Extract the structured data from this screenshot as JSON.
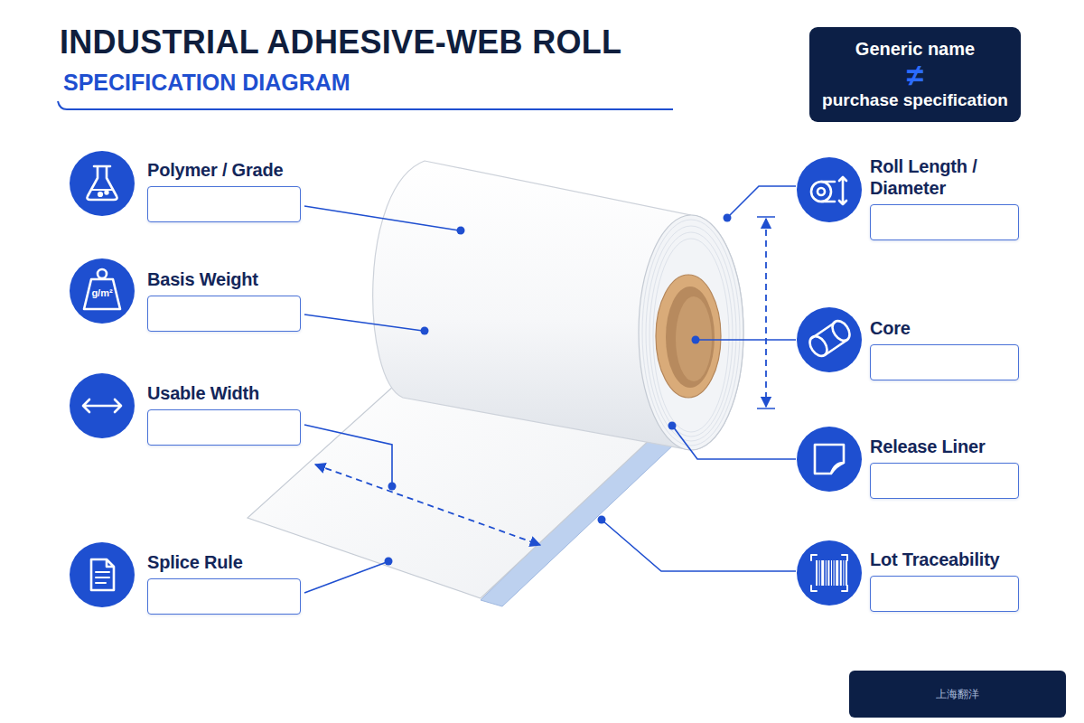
{
  "diagram": {
    "title": "INDUSTRIAL ADHESIVE-WEB ROLL",
    "nodes": [
      {
        "text": [
          "Generic name",
          "≠",
          "purchase specification"
        ]
      },
      {
        "text": [
          "Polymer / Grade"
        ]
      },
      {
        "text": [
          "Basis Weight"
        ]
      },
      {
        "text": [
          "Usable Width"
        ]
      },
      {
        "text": [
          "Splice Rule"
        ]
      },
      {
        "text": [
          "Roll Length / Diameter"
        ]
      },
      {
        "text": [
          "Core"
        ]
      },
      {
        "text": [
          "Release Liner"
        ]
      },
      {
        "text": [
          "Lot Traceability"
        ]
      },
      {
        "text": [
          "上海翻洋"
        ]
      }
    ],
    "labels": [
      "SPECIFICATION DIAGRAM",
      "g/m²"
    ]
  }
}
